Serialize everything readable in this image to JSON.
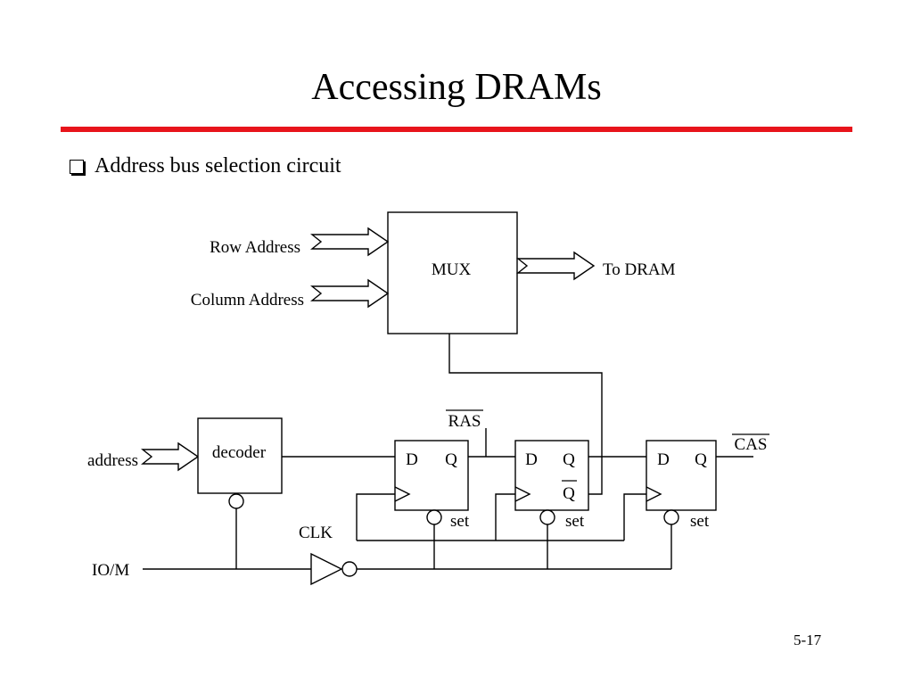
{
  "title": "Accessing DRAMs",
  "bullet": "Address bus selection circuit",
  "colors": {
    "rule": "#e8141b",
    "line": "#000000"
  },
  "labels": {
    "row_address": "Row Address",
    "column_address": "Column Address",
    "mux": "MUX",
    "to_dram": "To DRAM",
    "address": "address",
    "decoder": "decoder",
    "ras": "RAS",
    "cas": "CAS",
    "clk": "CLK",
    "io_m": "IO/M",
    "d": "D",
    "q": "Q",
    "q_bar": "Q",
    "set": "set"
  },
  "page_number": "5-17"
}
